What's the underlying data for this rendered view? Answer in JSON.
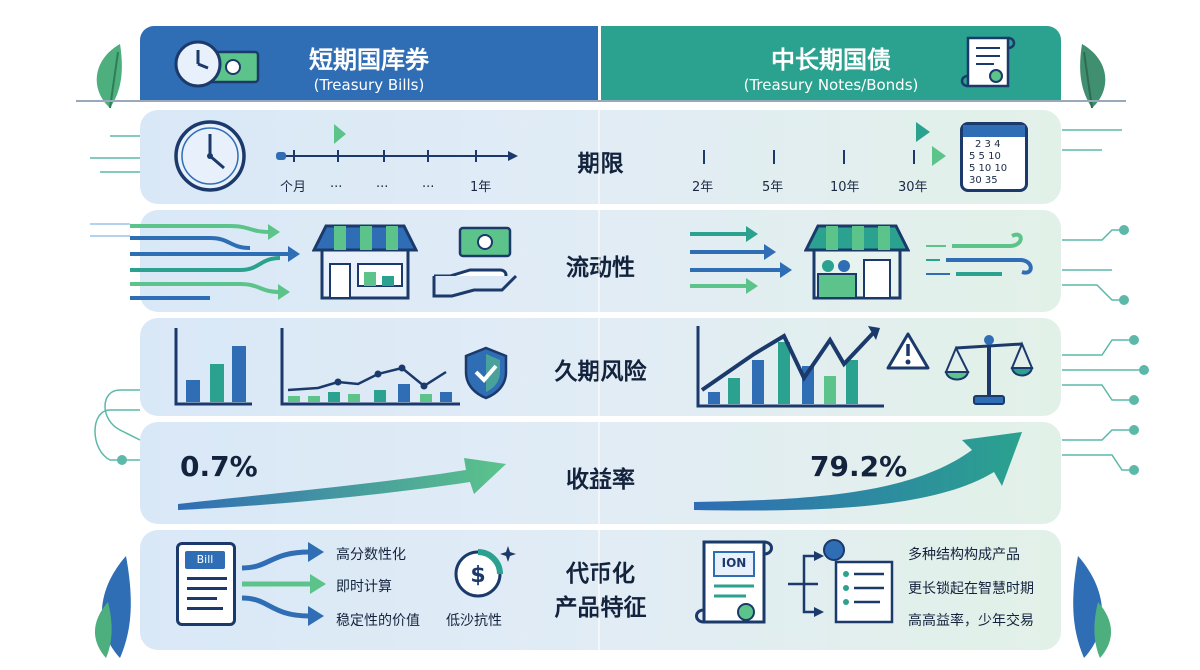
{
  "header": {
    "left_title": "短期国库券",
    "left_subtitle": "(Treasury Bills)",
    "right_title": "中长期国债",
    "right_subtitle": "(Treasury Notes/Bonds)"
  },
  "rows": {
    "term": {
      "label": "期限",
      "left_ticks": [
        "个月",
        "...",
        "...",
        "...",
        "1年"
      ],
      "right_ticks": [
        "2年",
        "5年",
        "10年",
        "30年"
      ],
      "calendar_numbers": [
        "2 3 4",
        "5 5 10",
        "5 10 10",
        "30 35"
      ]
    },
    "liquidity": {
      "label": "流动性"
    },
    "duration_risk": {
      "label": "久期风险"
    },
    "yield": {
      "label": "收益率",
      "left_value": "0.7%",
      "right_value": "79.2%"
    },
    "tokenized": {
      "label_line1": "代币化",
      "label_line2": "产品特征",
      "bill_doc_label": "Bill",
      "ion_doc_label": "ION",
      "left_features": [
        "高分数性化",
        "即时计算",
        "稳定性的价值"
      ],
      "left_extra": "低沙抗性",
      "right_features": [
        "多种结构构成产品",
        "更长锁起在智慧时期",
        "高高益率，少年交易"
      ]
    }
  },
  "colors": {
    "blue": "#2f6db5",
    "teal": "#2ba28f",
    "green": "#5cc48a",
    "navy": "#1b3a6b"
  }
}
